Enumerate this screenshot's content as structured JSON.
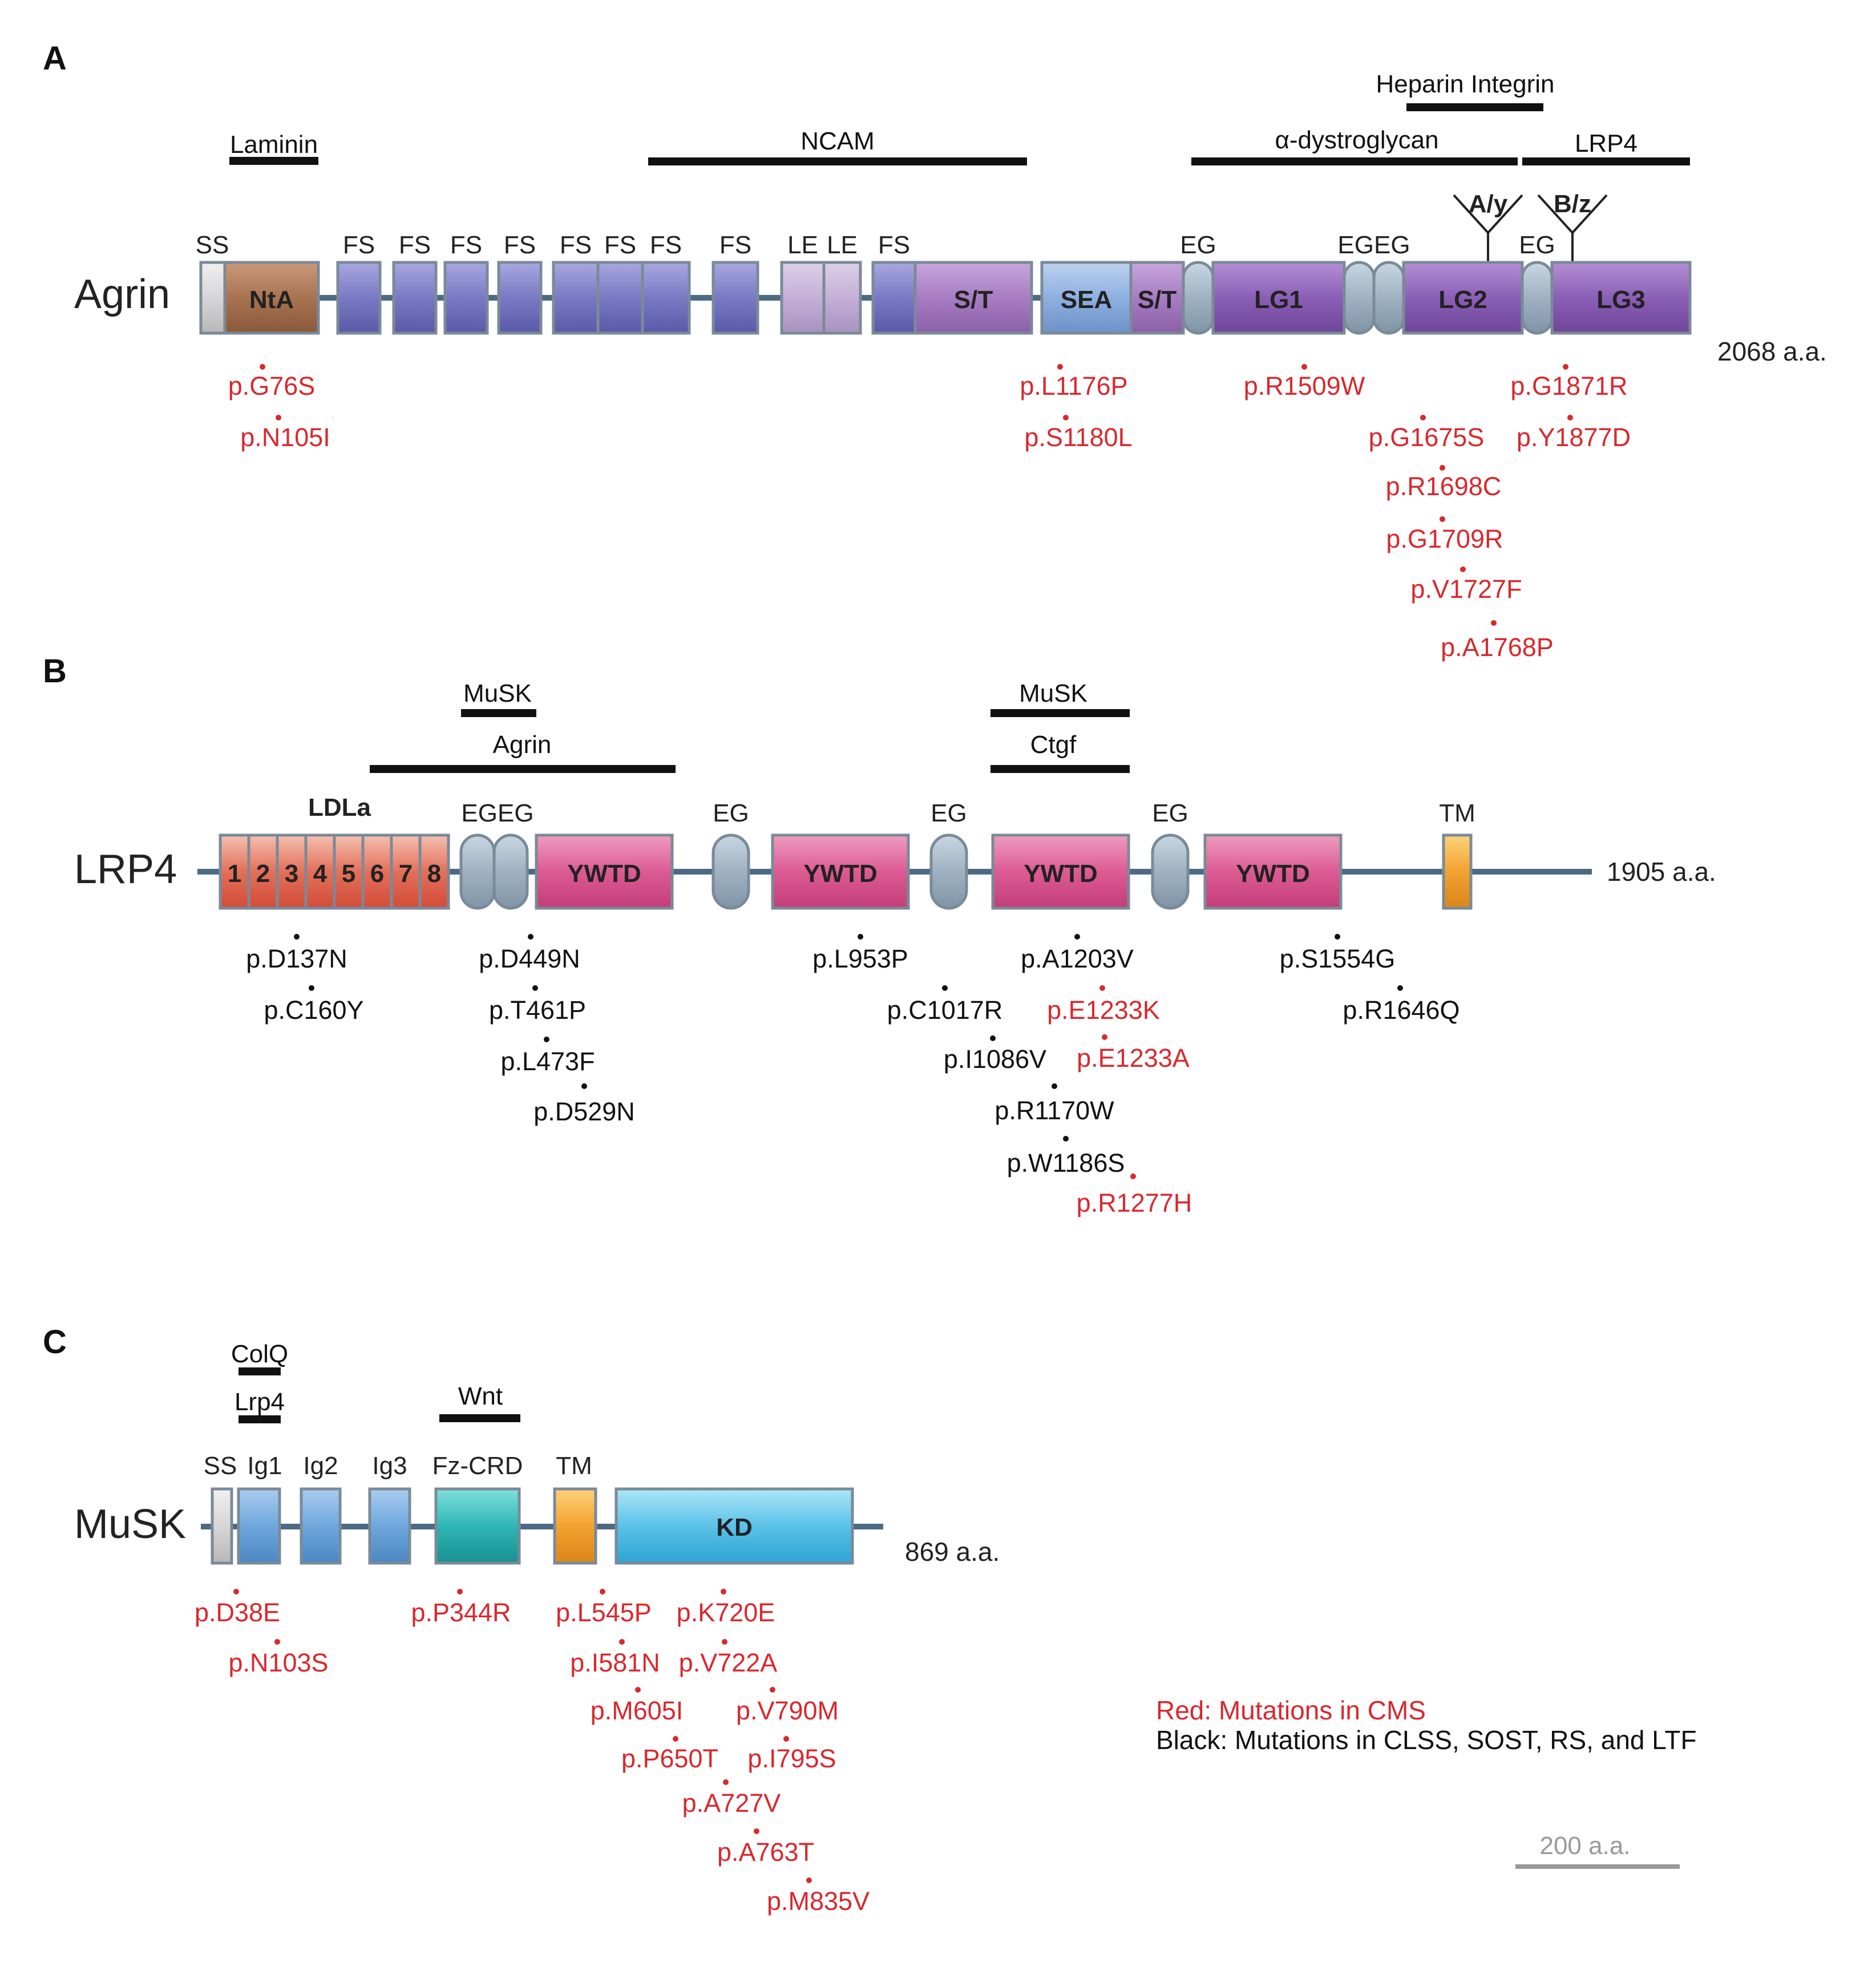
{
  "colors": {
    "cms_red": "#d8282e",
    "black": "#111111",
    "backbone": "#4d6a84",
    "fs_blue": "#7a79c4",
    "le_light": "#c4b0d6",
    "st_purple": "#a77cc2",
    "lg_purple": "#8a5fb6",
    "sea_blue": "#8eb0e0",
    "eg_gray": "#9fb2c2",
    "nta_brown": "#a97351",
    "ywtd_pink": "#dc5b93",
    "ldla_salmon": "#e2705a",
    "tm_orange": "#f2a22f",
    "ig_blue": "#6fa7dd",
    "fzcrd_teal": "#2fb6b6",
    "kd_cyan": "#5bc2e8",
    "ss_gray": "#d6d6d6",
    "scale_gray": "#999999"
  },
  "panels": {
    "a": {
      "letter": "A",
      "protein": "Agrin",
      "length": "2068 a.a.",
      "binding": {
        "laminin": "Laminin",
        "ncam": "NCAM",
        "heparin_integrin": "Heparin Integrin",
        "dystroglycan": "α-dystroglycan",
        "lrp4": "LRP4"
      },
      "splice": {
        "ay": "A/y",
        "bz": "B/z"
      },
      "labels": {
        "ss": "SS",
        "fs": "FS",
        "le": "LE",
        "eg": "EG",
        "egeg": "EGEG",
        "nta": "NtA",
        "st": "S/T",
        "sea": "SEA",
        "lg1": "LG1",
        "lg2": "LG2",
        "lg3": "LG3"
      },
      "mutations": [
        "p.G76S",
        "p.N105I",
        "p.L1176P",
        "p.S1180L",
        "p.R1509W",
        "p.G1675S",
        "p.R1698C",
        "p.G1709R",
        "p.V1727F",
        "p.A1768P",
        "p.G1871R",
        "p.Y1877D"
      ]
    },
    "b": {
      "letter": "B",
      "protein": "LRP4",
      "length": "1905 a.a.",
      "binding": {
        "musk": "MuSK",
        "agrin": "Agrin",
        "ctgf": "Ctgf"
      },
      "labels": {
        "ldla": "LDLa",
        "eg": "EG",
        "egeg": "EGEG",
        "tm": "TM",
        "ywtd": "YWTD",
        "repeats": [
          "1",
          "2",
          "3",
          "4",
          "5",
          "6",
          "7",
          "8"
        ]
      },
      "mutations_black": [
        "p.D137N",
        "p.C160Y",
        "p.D449N",
        "p.T461P",
        "p.L473F",
        "p.D529N",
        "p.L953P",
        "p.C1017R",
        "p.I1086V",
        "p.R1170W",
        "p.W1186S",
        "p.A1203V",
        "p.S1554G",
        "p.R1646Q"
      ],
      "mutations_red": [
        "p.E1233K",
        "p.E1233A",
        "p.R1277H"
      ]
    },
    "c": {
      "letter": "C",
      "protein": "MuSK",
      "length": "869 a.a.",
      "binding": {
        "colq": "ColQ",
        "lrp4": "Lrp4",
        "wnt": "Wnt"
      },
      "labels": {
        "ss": "SS",
        "ig1": "Ig1",
        "ig2": "Ig2",
        "ig3": "Ig3",
        "fzcrd": "Fz-CRD",
        "tm": "TM",
        "kd": "KD"
      },
      "mutations": [
        "p.D38E",
        "p.N103S",
        "p.P344R",
        "p.L545P",
        "p.I581N",
        "p.M605I",
        "p.P650T",
        "p.A727V",
        "p.A763T",
        "p.M835V",
        "p.K720E",
        "p.V722A",
        "p.V790M",
        "p.I795S"
      ]
    }
  },
  "legend": {
    "red": "Red: Mutations in CMS",
    "black": "Black: Mutations in CLSS, SOST, RS, and LTF"
  },
  "scale_bar": {
    "label": "200 a.a."
  }
}
